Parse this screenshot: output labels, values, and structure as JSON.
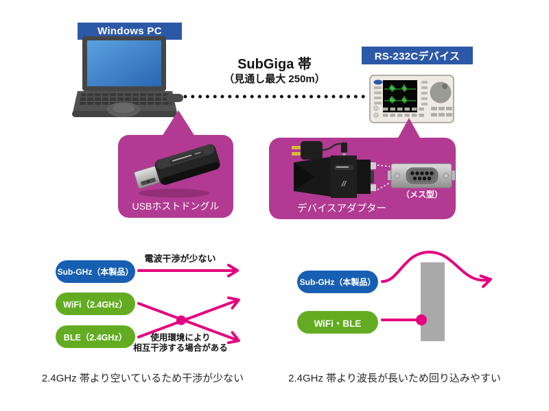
{
  "colors": {
    "label_blue": "#2c58a8",
    "pill_blue": "#175fb2",
    "pill_green": "#63ac22",
    "callout_pink": "#b23a92",
    "arrow_magenta": "#e4007f",
    "wall_gray": "#a9a9a9"
  },
  "top": {
    "pc_label": "Windows PC",
    "band_title": "SubGiga 帯",
    "band_subtitle": "（見通し最大 250m）",
    "device_label": "RS-232Cデバイス"
  },
  "callouts": {
    "usb": {
      "label": "USBホストドングル"
    },
    "adapter": {
      "label": "デバイスアダプター",
      "connector_note": "（メス型）"
    }
  },
  "interference": {
    "pill_subghz": "Sub-GHz（本製品）",
    "pill_wifi": "WiFi（2.4GHz）",
    "pill_ble": "BLE（2.4GHz）",
    "note_low": "電波干渉が少ない",
    "note_mutual_1": "使用環境により",
    "note_mutual_2": "相互干渉する場合がある",
    "caption": "2.4GHz 帯より空いているため干渉が少ない"
  },
  "diffraction": {
    "pill_subghz": "Sub-GHz（本製品）",
    "pill_wifible": "WiFi・BLE",
    "caption": "2.4GHz 帯より波長が長いため回り込みやすい"
  }
}
